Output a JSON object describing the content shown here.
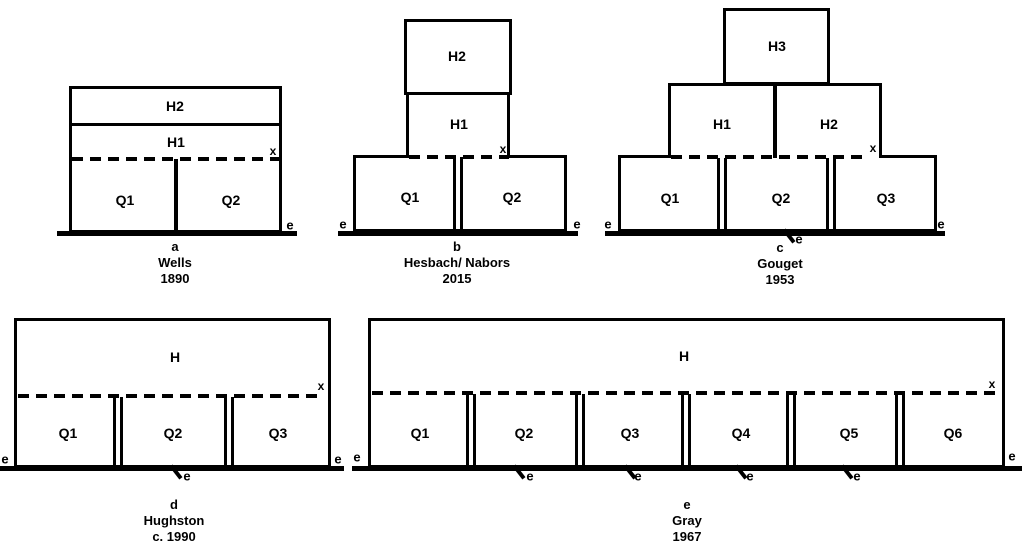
{
  "common": {
    "x_marker": "x",
    "e_marker": "e"
  },
  "diagrams": [
    {
      "id": "a",
      "panels": {
        "h2": "H2",
        "h1": "H1",
        "q1": "Q1",
        "q2": "Q2"
      },
      "caption": {
        "letter": "a",
        "name": "Wells",
        "year": "1890"
      }
    },
    {
      "id": "b",
      "panels": {
        "h2": "H2",
        "h1": "H1",
        "q1": "Q1",
        "q2": "Q2"
      },
      "caption": {
        "letter": "b",
        "name": "Hesbach/ Nabors",
        "year": "2015"
      }
    },
    {
      "id": "c",
      "panels": {
        "h3": "H3",
        "h1": "H1",
        "h2": "H2",
        "q1": "Q1",
        "q2": "Q2",
        "q3": "Q3"
      },
      "caption": {
        "letter": "c",
        "name": "Gouget",
        "year": "1953"
      }
    },
    {
      "id": "d",
      "panels": {
        "h": "H",
        "q1": "Q1",
        "q2": "Q2",
        "q3": "Q3"
      },
      "caption": {
        "letter": "d",
        "name": "Hughston",
        "year": "c. 1990"
      }
    },
    {
      "id": "e",
      "panels": {
        "h": "H",
        "q1": "Q1",
        "q2": "Q2",
        "q3": "Q3",
        "q4": "Q4",
        "q5": "Q5",
        "q6": "Q6"
      },
      "caption": {
        "letter": "e",
        "name": "Gray",
        "year": "1967"
      }
    }
  ],
  "colors": {
    "line": "#000000",
    "background": "#ffffff"
  }
}
